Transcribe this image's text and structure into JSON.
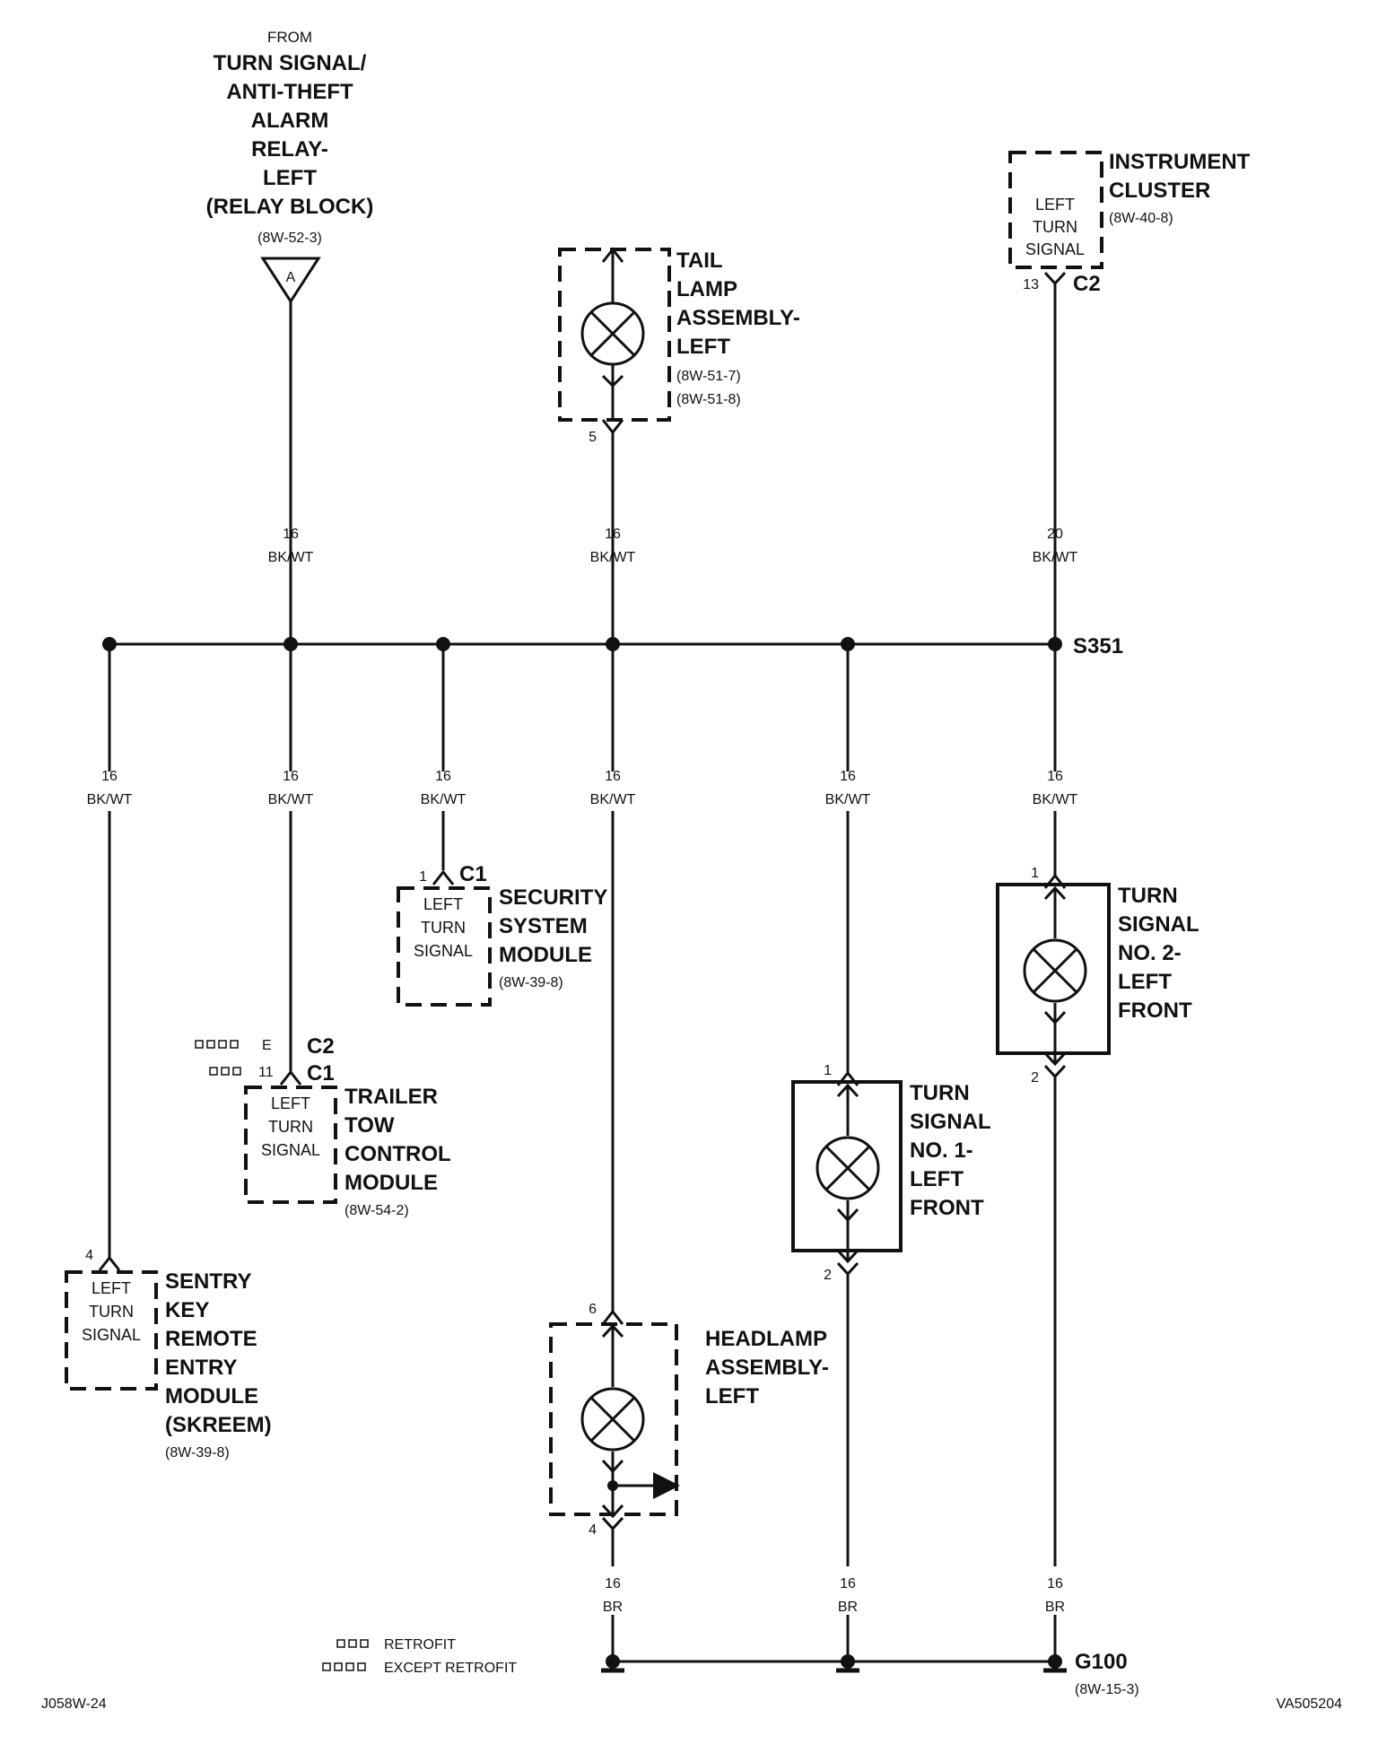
{
  "source": {
    "from_label": "FROM",
    "name_lines": [
      "TURN SIGNAL/",
      "ANTI-THEFT",
      "ALARM",
      "RELAY-",
      "LEFT",
      "(RELAY BLOCK)"
    ],
    "ref": "(8W-52-3)",
    "connector_letter": "A"
  },
  "tail_lamp": {
    "name_lines": [
      "TAIL",
      "LAMP",
      "ASSEMBLY-",
      "LEFT"
    ],
    "refs": [
      "(8W-51-7)",
      "(8W-51-8)"
    ],
    "pin": "5"
  },
  "instrument_cluster": {
    "name_lines": [
      "INSTRUMENT",
      "CLUSTER"
    ],
    "ref": "(8W-40-8)",
    "inner_lines": [
      "LEFT",
      "TURN",
      "SIGNAL"
    ],
    "pin": "13",
    "connector": "C2"
  },
  "top_wires": [
    {
      "gauge": "16",
      "color": "BK/WT"
    },
    {
      "gauge": "16",
      "color": "BK/WT"
    },
    {
      "gauge": "20",
      "color": "BK/WT"
    }
  ],
  "splice": {
    "label": "S351"
  },
  "branch_wires": [
    {
      "gauge": "16",
      "color": "BK/WT"
    },
    {
      "gauge": "16",
      "color": "BK/WT"
    },
    {
      "gauge": "16",
      "color": "BK/WT"
    },
    {
      "gauge": "16",
      "color": "BK/WT"
    },
    {
      "gauge": "16",
      "color": "BK/WT"
    },
    {
      "gauge": "16",
      "color": "BK/WT"
    }
  ],
  "security_module": {
    "name_lines": [
      "SECURITY",
      "SYSTEM",
      "MODULE"
    ],
    "ref": "(8W-39-8)",
    "inner_lines": [
      "LEFT",
      "TURN",
      "SIGNAL"
    ],
    "pin": "1",
    "connector": "C1"
  },
  "trailer_module": {
    "name_lines": [
      "TRAILER",
      "TOW",
      "CONTROL",
      "MODULE"
    ],
    "ref": "(8W-54-2)",
    "inner_lines": [
      "LEFT",
      "TURN",
      "SIGNAL"
    ],
    "pin_except_retrofit": "E",
    "connector_except_retrofit": "C2",
    "pin_retrofit": "11",
    "connector_retrofit": "C1"
  },
  "sentry_module": {
    "name_lines": [
      "SENTRY",
      "KEY",
      "REMOTE",
      "ENTRY",
      "MODULE",
      "(SKREEM)"
    ],
    "ref": "(8W-39-8)",
    "inner_lines": [
      "LEFT",
      "TURN",
      "SIGNAL"
    ],
    "pin": "4"
  },
  "turn_signal_2": {
    "name_lines": [
      "TURN",
      "SIGNAL",
      "NO. 2-",
      "LEFT",
      "FRONT"
    ],
    "pin_top": "1",
    "pin_bottom": "2"
  },
  "turn_signal_1": {
    "name_lines": [
      "TURN",
      "SIGNAL",
      "NO. 1-",
      "LEFT",
      "FRONT"
    ],
    "pin_top": "1",
    "pin_bottom": "2"
  },
  "headlamp": {
    "name_lines": [
      "HEADLAMP",
      "ASSEMBLY-",
      "LEFT"
    ],
    "pin_top": "6",
    "pin_bottom": "4"
  },
  "ground_wires": [
    {
      "gauge": "16",
      "color": "BR"
    },
    {
      "gauge": "16",
      "color": "BR"
    },
    {
      "gauge": "16",
      "color": "BR"
    }
  ],
  "ground": {
    "label": "G100",
    "ref": "(8W-15-3)"
  },
  "legend": {
    "retrofit_label": "RETROFIT",
    "except_retrofit_label": "EXCEPT RETROFIT"
  },
  "footer": {
    "left_code": "J058W-24",
    "right_code": "VA505204"
  }
}
